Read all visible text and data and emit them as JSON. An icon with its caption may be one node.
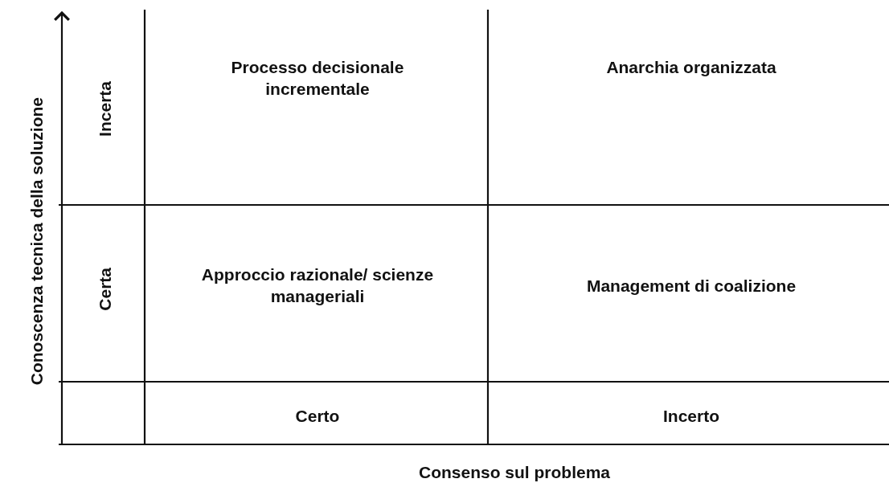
{
  "diagram": {
    "labels": [
      "Conoscenza tecnica della soluzione",
      "Incerta",
      "Processo decisionale incrementale",
      "Anarchia organizzata",
      "Certa",
      "Approccio razionale/ scienze manageriali",
      "Management di coalizione",
      "Certo",
      "Incerto",
      "Consenso sul problema"
    ]
  }
}
